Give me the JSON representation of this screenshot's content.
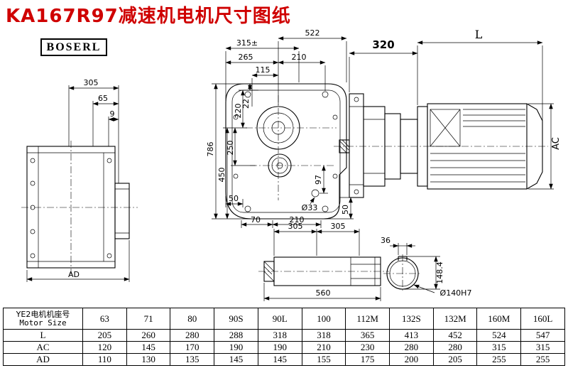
{
  "page": {
    "title": "KA167R97减速机电机尺寸图纸",
    "brand": "BOSERL"
  },
  "drawing": {
    "left_view": {
      "dim_305": "305",
      "dim_65": "65",
      "dim_9": "9",
      "dim_ad": "AD"
    },
    "front_view": {
      "dim_522": "522",
      "dim_315": "315±",
      "dim_265": "265",
      "dim_210_top": "210",
      "dim_115": "115",
      "dim_786": "786",
      "dim_450": "450",
      "dim_250": "250",
      "dim_220": "220",
      "dim_22": "22",
      "dim_97": "97",
      "dim_50_left": "50",
      "dim_70": "70",
      "dim_210_bottom": "210",
      "dim_hole": "Ø33",
      "dim_50_right": "50"
    },
    "assembly_view": {
      "dim_320": "320",
      "dim_L": "L",
      "dim_AC": "AC"
    },
    "shaft_view": {
      "dim_305_a": "305",
      "dim_305_b": "305",
      "dim_560": "560"
    },
    "end_view": {
      "dim_36": "36",
      "dim_148": "148.4",
      "dim_bore": "Ø140H7"
    }
  },
  "table": {
    "header": {
      "line1": "YE2电机机座号",
      "line2": "Motor Size"
    },
    "columns": [
      "63",
      "71",
      "80",
      "90S",
      "90L",
      "100",
      "112M",
      "132S",
      "132M",
      "160M",
      "160L"
    ],
    "rows": [
      {
        "label": "L",
        "values": [
          "205",
          "260",
          "280",
          "288",
          "318",
          "318",
          "365",
          "413",
          "452",
          "524",
          "547"
        ]
      },
      {
        "label": "AC",
        "values": [
          "120",
          "145",
          "170",
          "190",
          "190",
          "210",
          "230",
          "280",
          "280",
          "315",
          "315"
        ]
      },
      {
        "label": "AD",
        "values": [
          "110",
          "130",
          "135",
          "145",
          "145",
          "155",
          "175",
          "200",
          "205",
          "255",
          "255"
        ]
      }
    ]
  }
}
